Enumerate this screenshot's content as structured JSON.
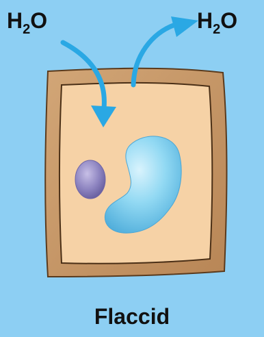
{
  "diagram": {
    "left_label": {
      "main": "H",
      "sub": "2",
      "tail": "O"
    },
    "right_label": {
      "main": "H",
      "sub": "2",
      "tail": "O"
    },
    "caption": "Flaccid"
  },
  "colors": {
    "background": "#8dcff3",
    "cell_wall": "#c8986a",
    "cytoplasm": "#f6d2a6",
    "nucleus": "#8e84c0",
    "vacuole": "#7fd0ef",
    "arrow": "#2aa8e4"
  }
}
